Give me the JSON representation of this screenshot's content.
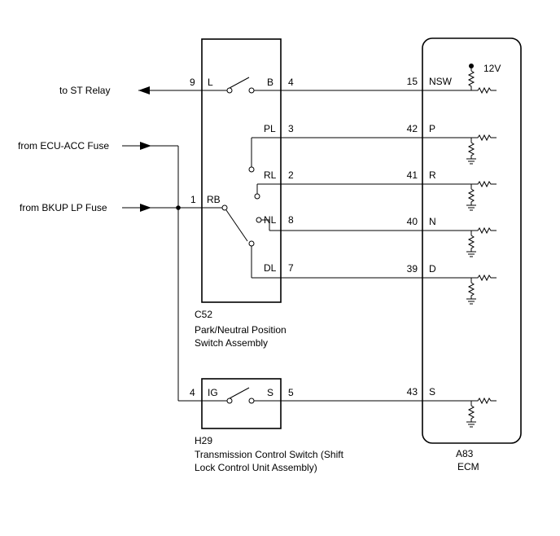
{
  "external": {
    "st_relay": "to ST Relay",
    "ecu_acc": "from ECU-ACC Fuse",
    "bkup_lp": "from BKUP LP Fuse"
  },
  "c52": {
    "code": "C52",
    "name_line1": "Park/Neutral Position",
    "name_line2": "Switch Assembly",
    "pins": {
      "p9": "9",
      "L": "L",
      "B": "B",
      "p4": "4",
      "PL": "PL",
      "p3": "3",
      "RL": "RL",
      "p2": "2",
      "p1": "1",
      "RB": "RB",
      "NL": "NL",
      "p8": "8",
      "DL": "DL",
      "p7": "7"
    }
  },
  "h29": {
    "code": "H29",
    "name_line1": "Transmission Control Switch (Shift",
    "name_line2": "Lock Control Unit Assembly)",
    "pins": {
      "p4": "4",
      "IG": "IG",
      "S": "S",
      "p5": "5"
    }
  },
  "a83": {
    "code": "A83",
    "name": "ECM",
    "supply": "12V",
    "pins": [
      {
        "num": "15",
        "name": "NSW"
      },
      {
        "num": "42",
        "name": "P"
      },
      {
        "num": "41",
        "name": "R"
      },
      {
        "num": "40",
        "name": "N"
      },
      {
        "num": "39",
        "name": "D"
      },
      {
        "num": "43",
        "name": "S"
      }
    ]
  }
}
